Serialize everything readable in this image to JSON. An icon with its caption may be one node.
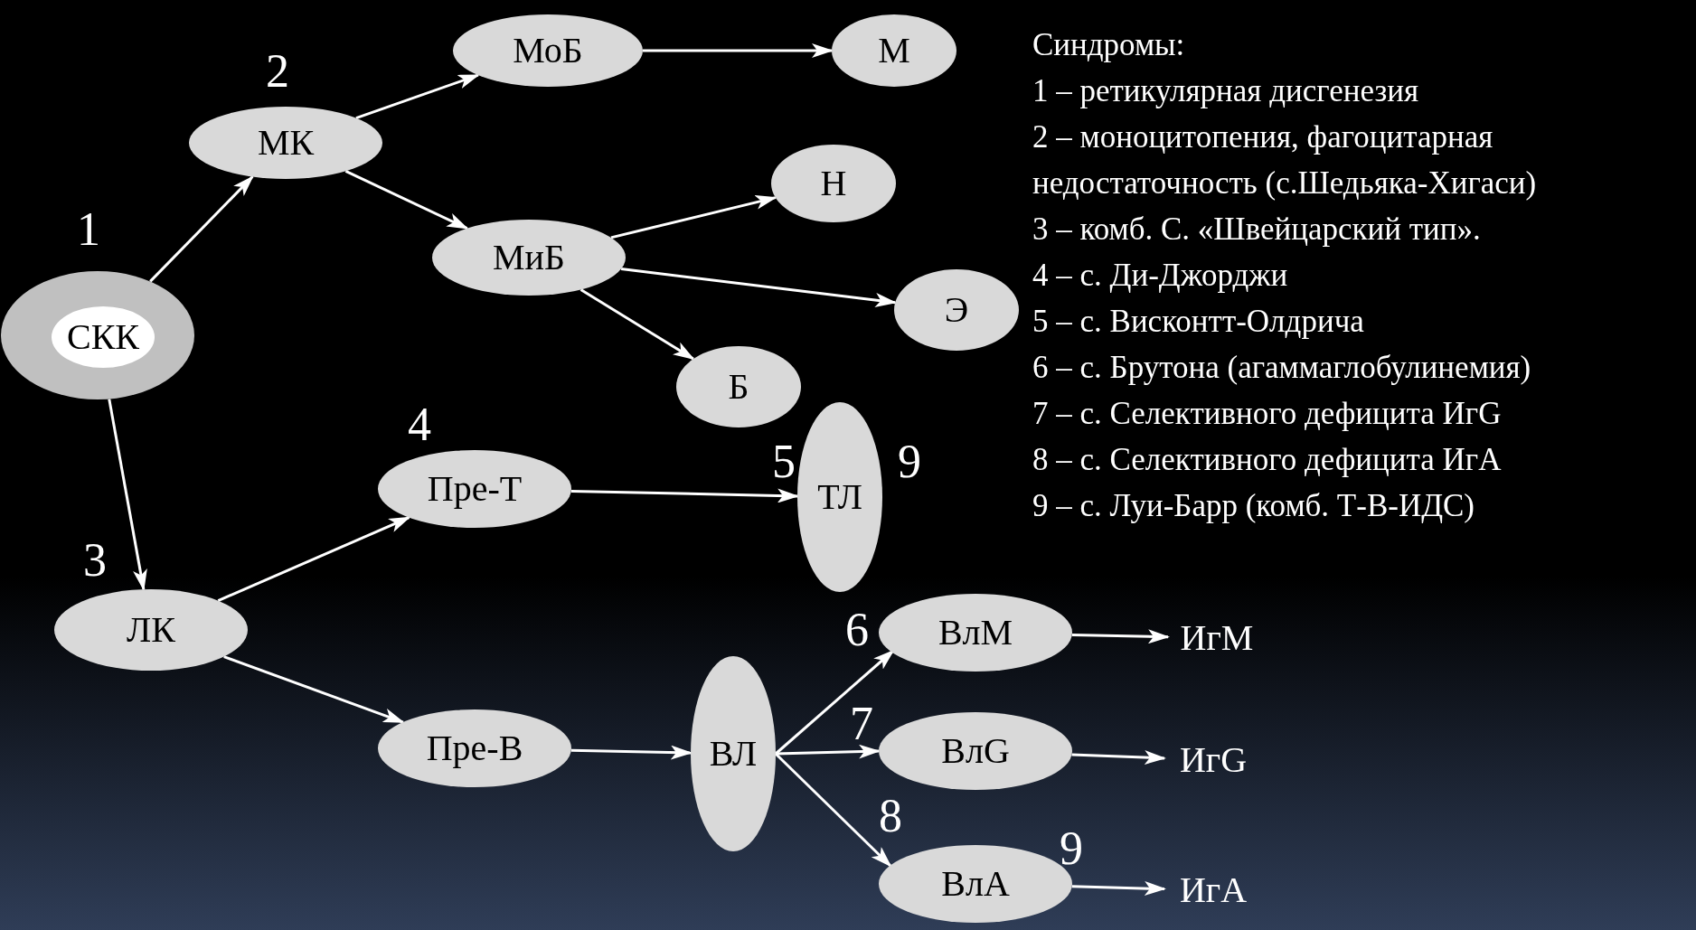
{
  "diagram": {
    "nodes": [
      {
        "text": [],
        "shape": "circle"
      },
      {
        "text": [
          "СКК"
        ],
        "in": 0
      },
      {
        "text": [
          "МК"
        ]
      },
      {
        "text": [
          "МоБ"
        ]
      },
      {
        "text": [
          "М"
        ]
      },
      {
        "text": [
          "МиБ"
        ]
      },
      {
        "text": [
          "Н"
        ]
      },
      {
        "text": [
          "Э"
        ]
      },
      {
        "text": [
          "Б"
        ]
      },
      {
        "text": [
          "ЛК"
        ]
      },
      {
        "text": [
          "Пре-Т"
        ]
      },
      {
        "text": [
          "ТЛ"
        ]
      },
      {
        "text": [
          "Пре-В"
        ]
      },
      {
        "text": [
          "ВЛ"
        ]
      },
      {
        "text": [
          "ВлМ"
        ]
      },
      {
        "text": [
          "ИгМ"
        ]
      },
      {
        "text": [
          "ВлG"
        ]
      },
      {
        "text": [
          "ИгG"
        ]
      },
      {
        "text": [
          "ВлА"
        ]
      },
      {
        "text": [
          "ИгА"
        ]
      }
    ],
    "edges": [
      {
        "from": 0,
        "to": 2,
        "arrow": "to"
      },
      {
        "from": 2,
        "to": 3,
        "arrow": "to"
      },
      {
        "from": 3,
        "to": 4,
        "arrow": "to"
      },
      {
        "from": 2,
        "to": 5,
        "arrow": "to"
      },
      {
        "from": 5,
        "to": 6,
        "arrow": "to"
      },
      {
        "from": 5,
        "to": 7,
        "arrow": "to"
      },
      {
        "from": 5,
        "to": 8,
        "arrow": "to"
      },
      {
        "from": 0,
        "to": 9,
        "arrow": "to"
      },
      {
        "from": 9,
        "to": 10,
        "arrow": "to"
      },
      {
        "from": 10,
        "to": 11,
        "arrow": "to"
      },
      {
        "from": 9,
        "to": 12,
        "arrow": "to"
      },
      {
        "from": 12,
        "to": 13,
        "arrow": "to"
      },
      {
        "from": 13,
        "to": 14,
        "arrow": "to"
      },
      {
        "from": 13,
        "to": 16,
        "arrow": "to"
      },
      {
        "from": 13,
        "to": 18,
        "arrow": "to"
      },
      {
        "from": 14,
        "to": 15,
        "arrow": "to"
      },
      {
        "from": 16,
        "to": 17,
        "arrow": "to"
      },
      {
        "from": 18,
        "to": 19,
        "arrow": "to"
      }
    ],
    "labels": [
      "2",
      "1",
      "4",
      "5",
      "9",
      "3",
      "6",
      "7",
      "8",
      "9",
      "Синдромы:",
      "1 – ретикулярная дисгенезия",
      "2 – моноцитопения, фагоцитарная недостаточность (с.Шедьяка-Хигаси)",
      "3 – комб. С. «Швейцарский тип».",
      "4 – с. Ди-Джорджи",
      "5 – с. Висконтт-Олдрича",
      "6 – с. Брутона (агаммаглобулинемия)",
      "7 – с. Селективного дефицита ИгG",
      "8 – с. Селективного дефицита ИгА",
      "9 – с. Луи-Барр (комб. Т-В-ИДС)"
    ]
  }
}
